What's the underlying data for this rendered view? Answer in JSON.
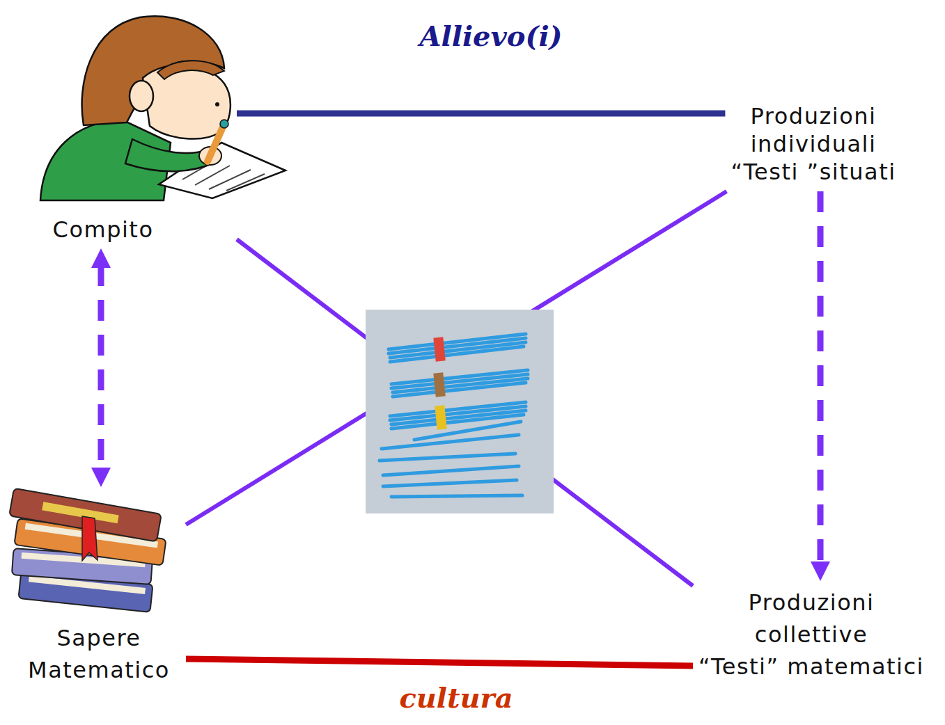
{
  "diagram": {
    "nodes": [
      {
        "text": [
          "Compito"
        ]
      },
      {
        "text": [
          "Produzioni individuali “Testi ”situati"
        ]
      },
      {
        "text": [
          "Sapere Matematico"
        ]
      },
      {
        "text": [
          "Produzioni collettive “Testi” matematici"
        ]
      }
    ],
    "edges": [
      {
        "from": 0,
        "to": 1,
        "arrow": "none"
      },
      {
        "from": 1,
        "to": 3,
        "arrow": "to"
      },
      {
        "from": 0,
        "to": 2,
        "arrow": "both"
      },
      {
        "from": 2,
        "to": 3,
        "arrow": "none"
      },
      {
        "from": 0,
        "to": 3,
        "arrow": "none"
      },
      {
        "from": 1,
        "to": 2,
        "arrow": "none"
      }
    ],
    "labels": [
      "Allievo(i)",
      "cultura"
    ]
  }
}
